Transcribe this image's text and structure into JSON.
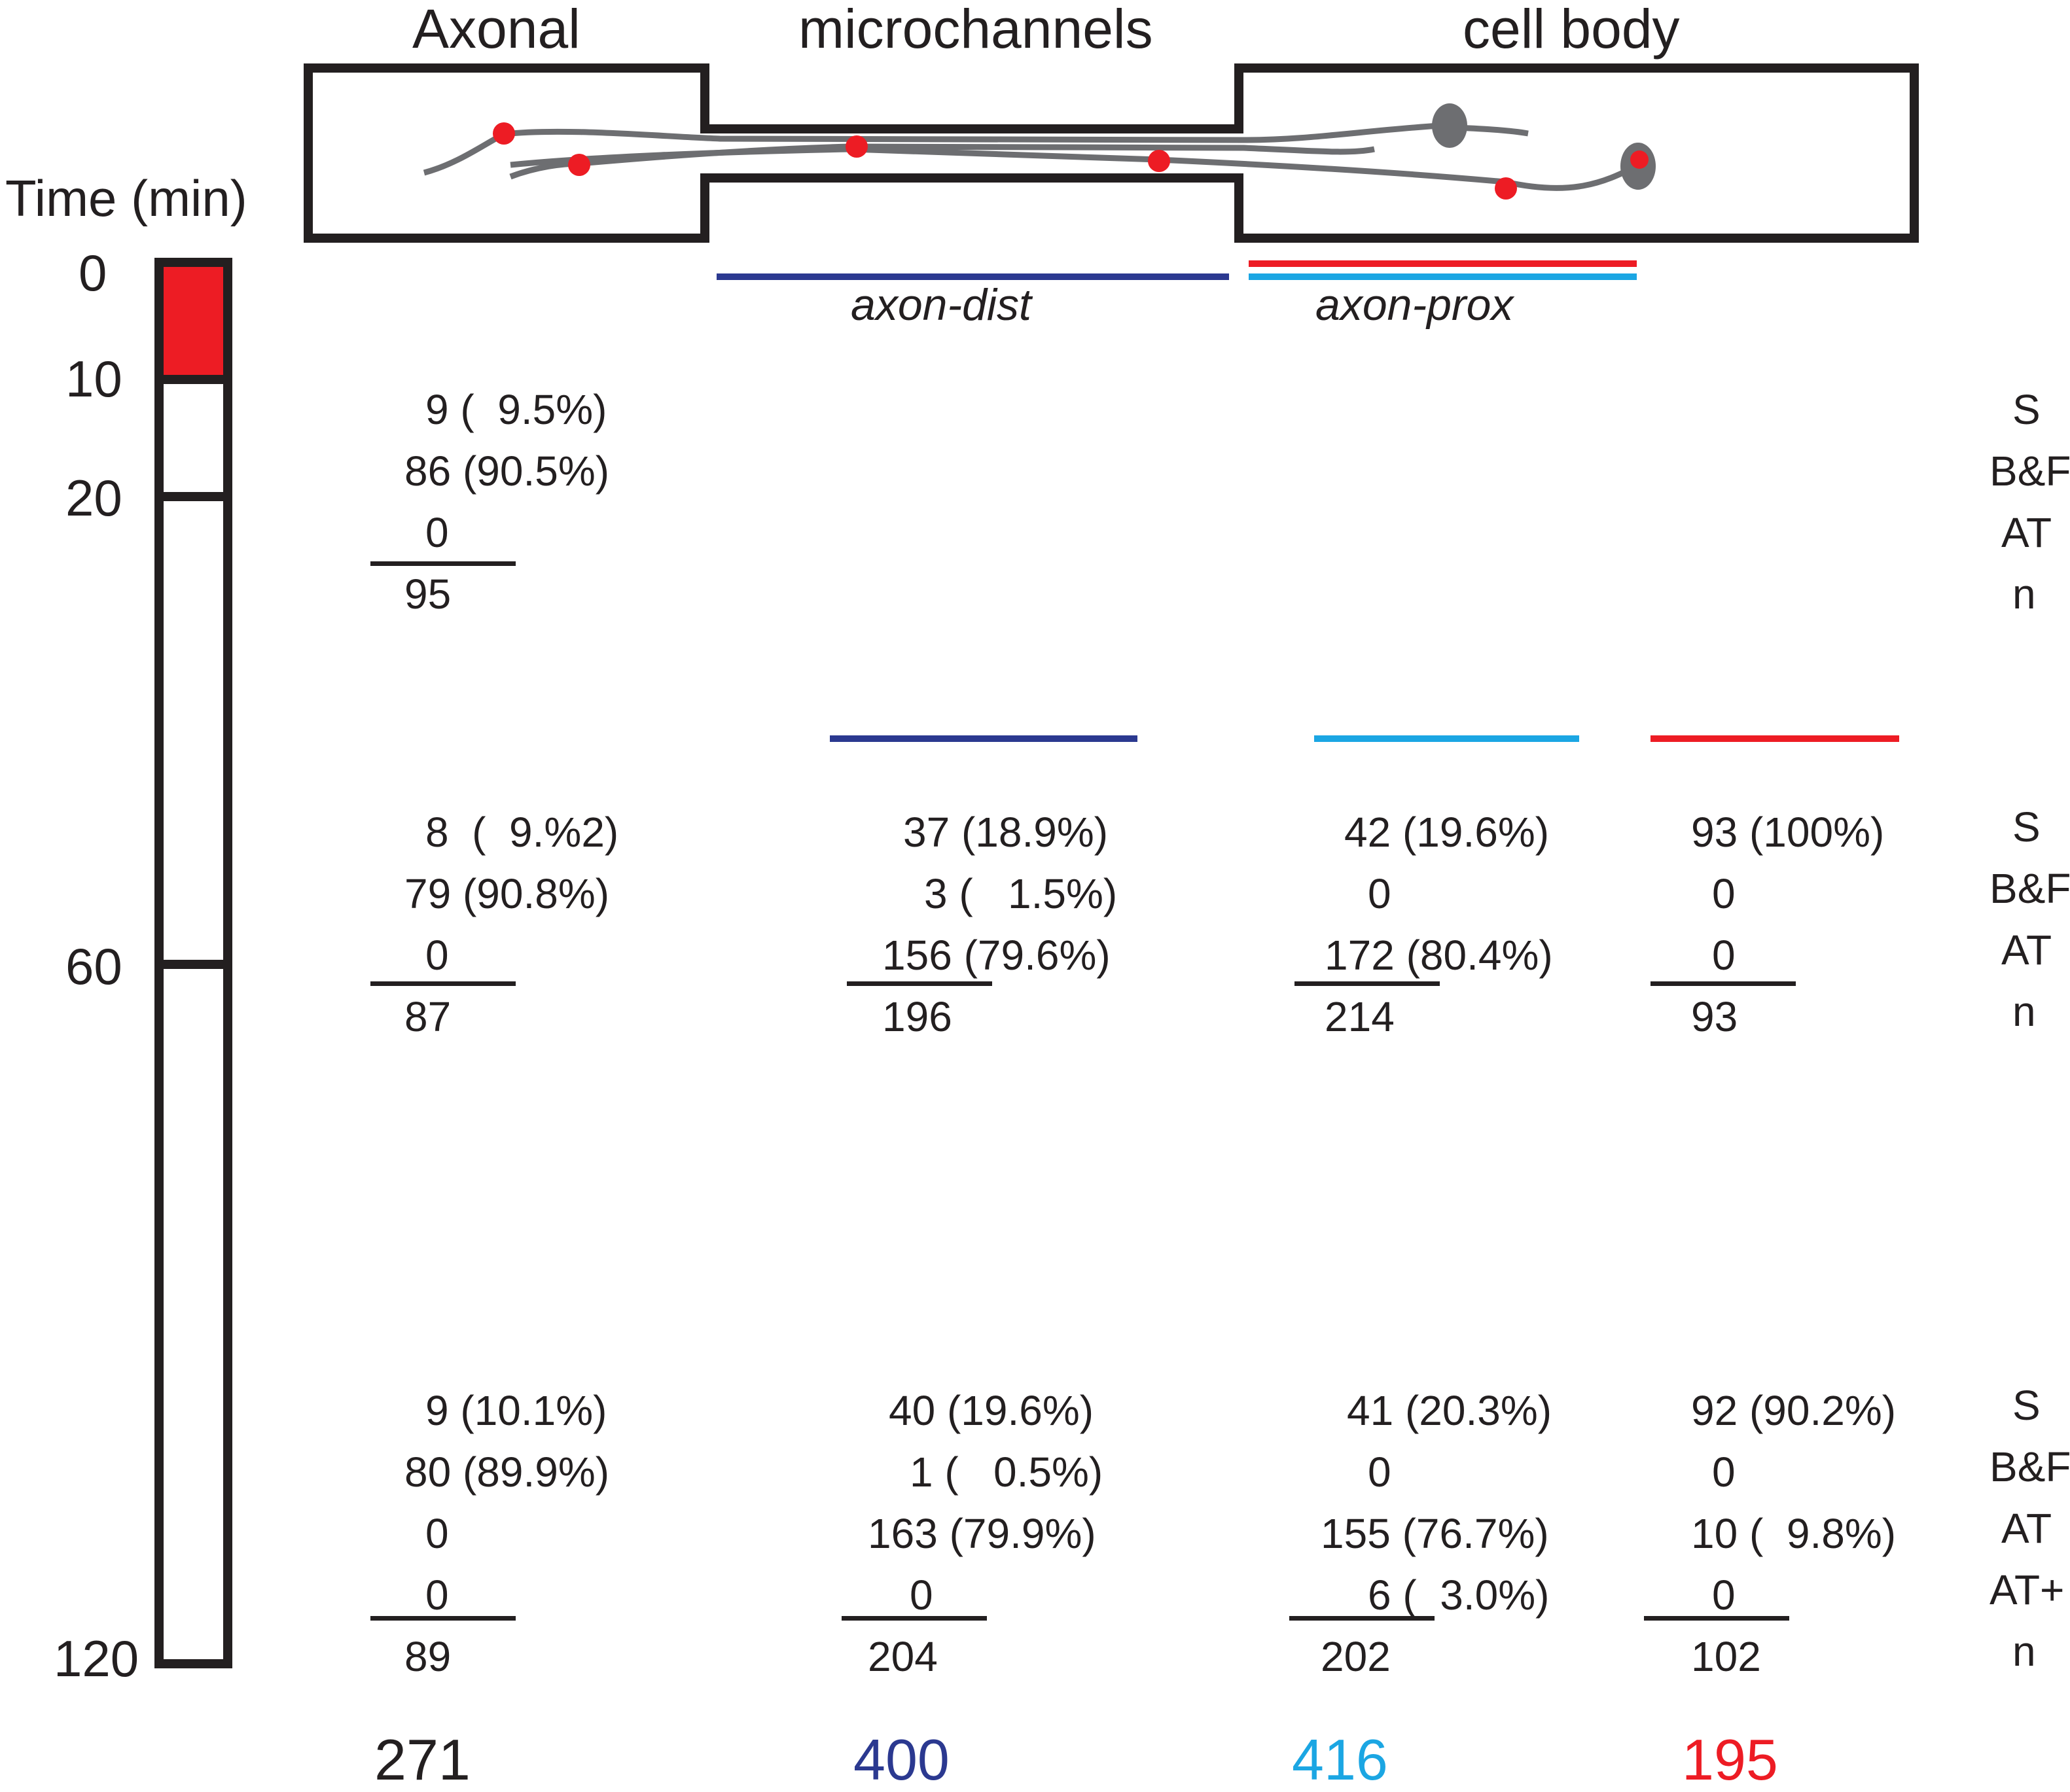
{
  "colors": {
    "axon_dist": "#2b3990",
    "axon_prox": "#1ba6e3",
    "cell_body": "#ed1c24",
    "axonal": "#231f20",
    "stimulation_bar": "#ed1c24"
  },
  "header": {
    "axonal": "Axonal",
    "microchannels": "microchannels",
    "cell_body": "cell body"
  },
  "segments": {
    "axon_dist": "axon-dist",
    "axon_prox": "axon-prox"
  },
  "time": {
    "label": "Time (min)",
    "ticks": [
      "0",
      "10",
      "20",
      "60",
      "120"
    ],
    "stimulation_window": [
      0,
      10
    ],
    "max": 120
  },
  "timepoints": [
    {
      "labels": [
        "S",
        "B&F",
        "AT",
        "n"
      ],
      "axonal": [
        "9 (  9.5%)",
        "86 (90.5%)",
        "0",
        "95"
      ]
    },
    {
      "labels": [
        "S",
        "B&F",
        "AT",
        "n"
      ],
      "axonal": [
        "8  (  9.%2)",
        "79 (90.8%)",
        "0",
        "87"
      ],
      "axon_dist": [
        "37 (18.9%)",
        "3 (   1.5%)",
        "156 (79.6%)",
        "196"
      ],
      "axon_prox": [
        "42 (19.6%)",
        "0",
        "172 (80.4%)",
        "214"
      ],
      "cell_body": [
        "93 (100%)",
        "0",
        "0",
        "93"
      ]
    },
    {
      "labels": [
        "S",
        "B&F",
        "AT",
        "AT+",
        "n"
      ],
      "axonal": [
        "9 (10.1%)",
        "80 (89.9%)",
        "0",
        "0",
        "89"
      ],
      "axon_dist": [
        "40 (19.6%)",
        "1 (   0.5%)",
        "163 (79.9%)",
        "0",
        "204"
      ],
      "axon_prox": [
        "41 (20.3%)",
        "0",
        "155 (76.7%)",
        "6 (  3.0%)",
        "202"
      ],
      "cell_body": [
        "92 (90.2%)",
        "0",
        "10 (  9.8%)",
        "0",
        "102"
      ]
    }
  ],
  "totals": {
    "axonal": "271",
    "axon_dist": "400",
    "axon_prox": "416",
    "cell_body": "195"
  }
}
